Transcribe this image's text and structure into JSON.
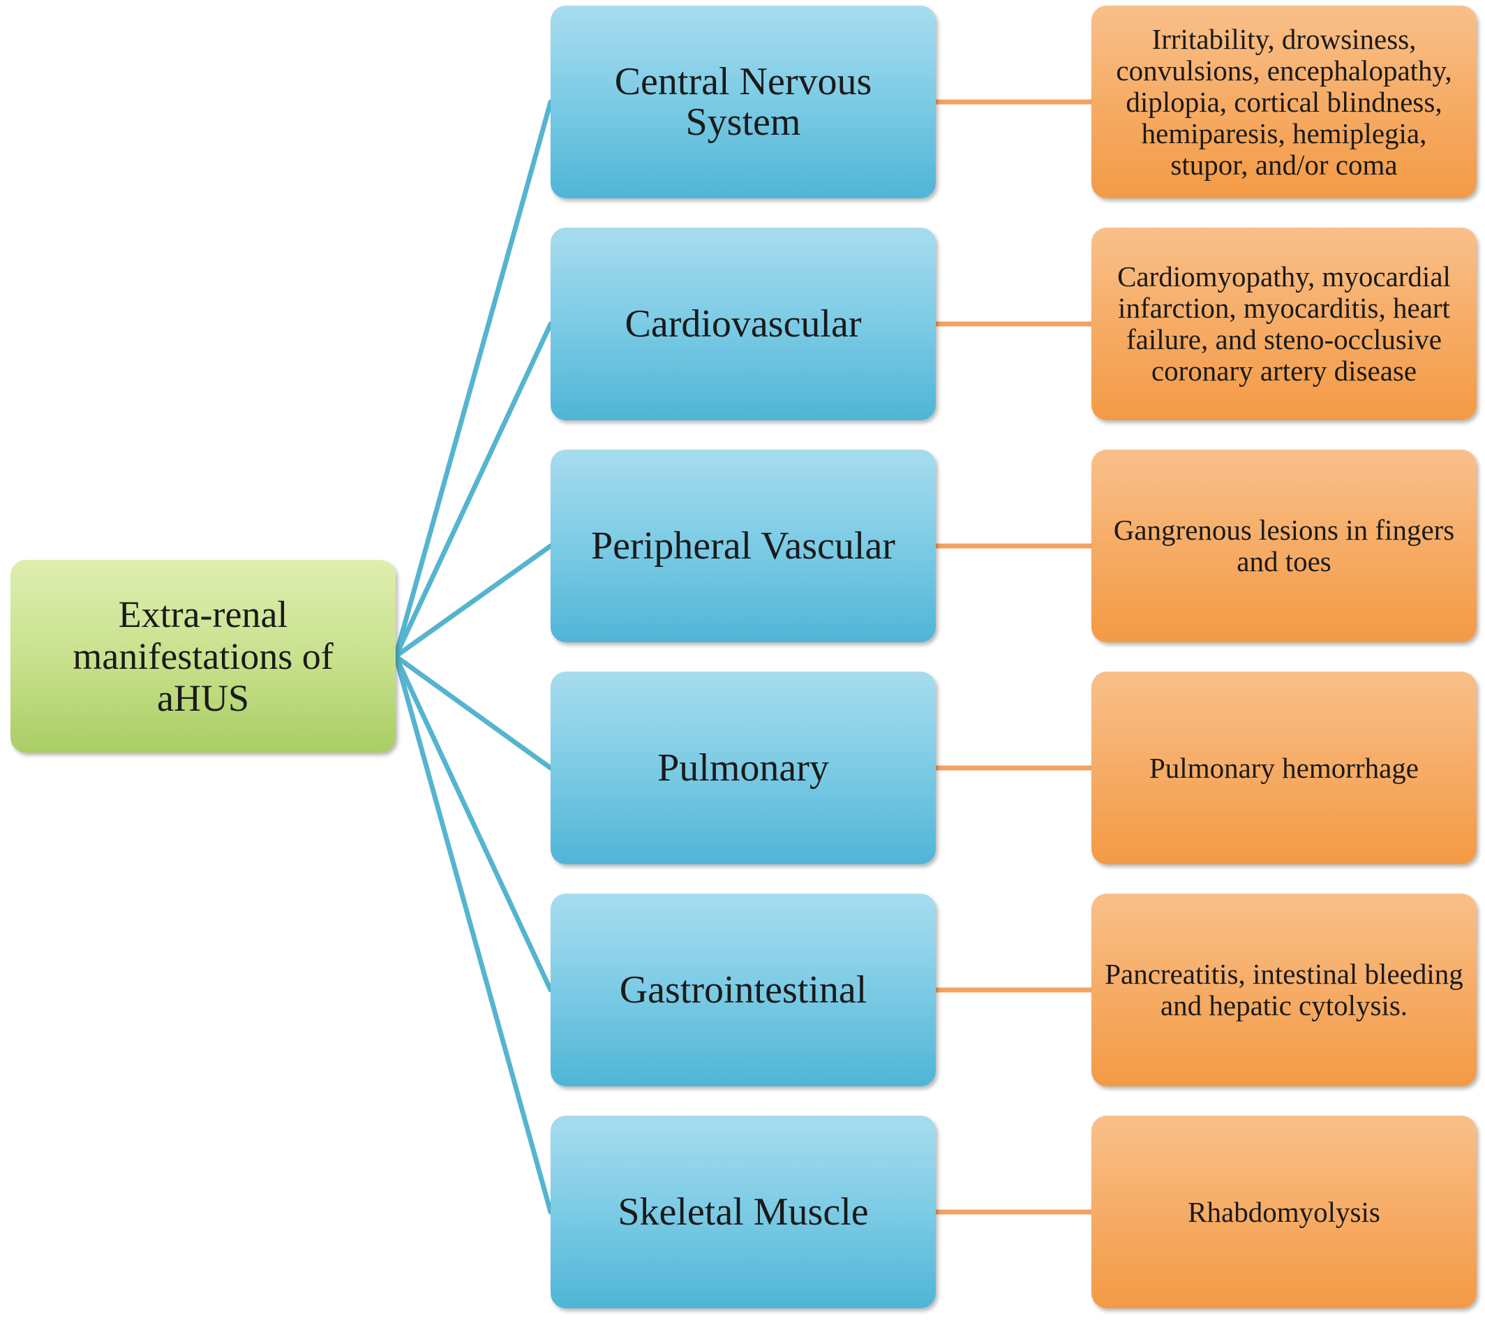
{
  "root": {
    "label": "Extra-renal manifestations of aHUS"
  },
  "branches": [
    {
      "category": "Central Nervous System",
      "detail": "Irritability, drowsiness, convulsions, encephalopathy, diplopia, cortical blindness, hemiparesis, hemiplegia, stupor, and/or coma"
    },
    {
      "category": "Cardiovascular",
      "detail": "Cardiomyopathy, myocardial infarction, myocarditis, heart failure, and steno-occlusive coronary artery disease"
    },
    {
      "category": "Peripheral Vascular",
      "detail": "Gangrenous lesions in fingers and toes"
    },
    {
      "category": "Pulmonary",
      "detail": "Pulmonary hemorrhage"
    },
    {
      "category": "Gastrointestinal",
      "detail": "Pancreatitis, intestinal bleeding and hepatic cytolysis."
    },
    {
      "category": "Skeletal Muscle",
      "detail": "Rhabdomyolysis"
    }
  ],
  "colors": {
    "root_fill": "#c6e08a",
    "category_fill": "#7ccbe5",
    "detail_fill": "#f6ac66",
    "root_connector": "#55b4cf",
    "detail_connector": "#f4a261"
  }
}
